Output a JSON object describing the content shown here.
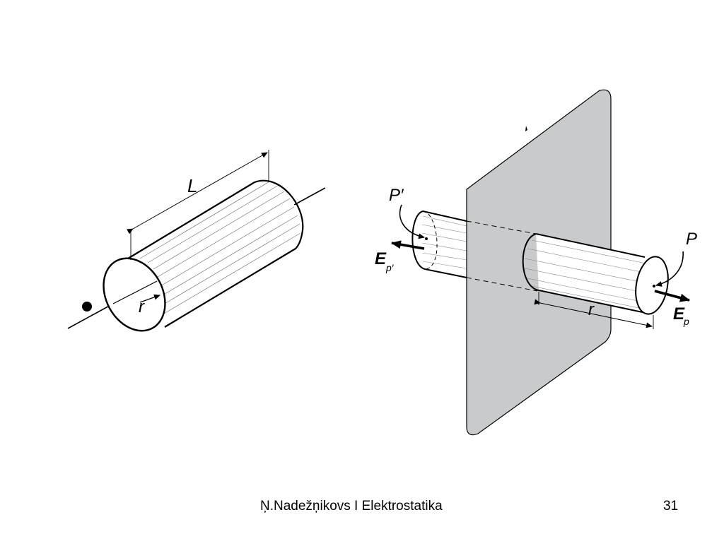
{
  "footer": {
    "author_title": "Ņ.Nadežņikovs I Elektrostatika",
    "page_number": "31"
  },
  "diagram": {
    "left_cylinder": {
      "length_label": "L",
      "radius_label": "r"
    },
    "right_cylinder": {
      "point_left_label": "P′",
      "point_right_label": "P",
      "field_left_label": "E",
      "field_left_sub": "p′",
      "field_right_label": "E",
      "field_right_sub": "p",
      "radius_label": "r"
    },
    "plane_color": "#c9cacc"
  }
}
